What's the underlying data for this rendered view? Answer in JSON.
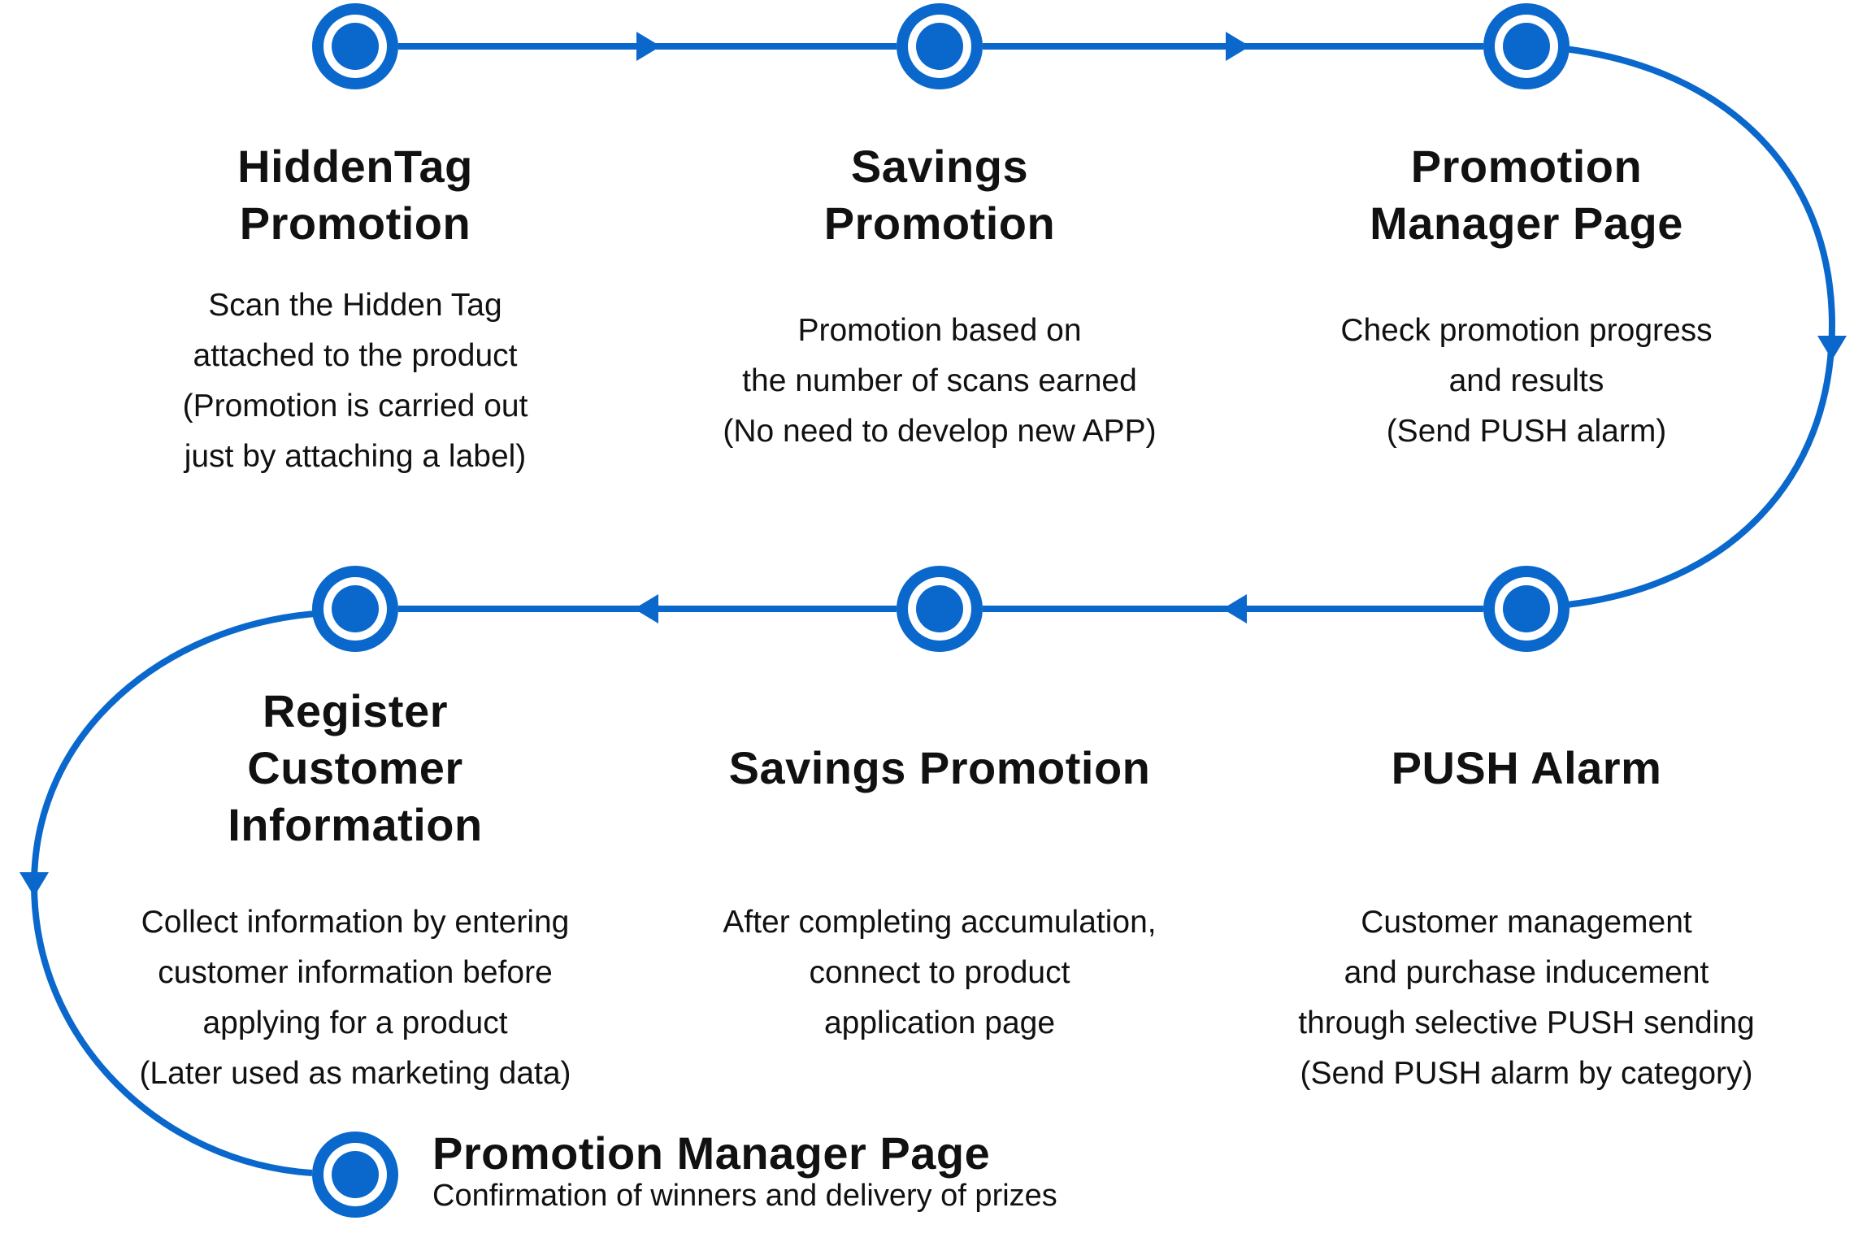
{
  "diagram": {
    "accent_color": "#0A68CC",
    "text_color": "#111111",
    "background_color": "#FFFFFF",
    "steps": [
      {
        "order": 1,
        "title": "HiddenTag\nPromotion",
        "description": "Scan the Hidden Tag\nattached to the product\n(Promotion is carried out\njust by attaching a label)"
      },
      {
        "order": 2,
        "title": "Savings\nPromotion",
        "description": "Promotion based on\nthe number of scans earned\n(No need to develop new APP)"
      },
      {
        "order": 3,
        "title": "Promotion\nManager Page",
        "description": "Check promotion progress\nand results\n(Send PUSH alarm)"
      },
      {
        "order": 4,
        "title": "PUSH Alarm",
        "description": "Customer management\nand purchase inducement\nthrough selective PUSH sending\n(Send PUSH alarm by category)"
      },
      {
        "order": 5,
        "title": "Savings Promotion",
        "description": "After completing accumulation,\nconnect to product\napplication page"
      },
      {
        "order": 6,
        "title": "Register\nCustomer\nInformation",
        "description": "Collect information by entering\ncustomer information before\napplying for a product\n(Later used as marketing data)"
      },
      {
        "order": 7,
        "title": "Promotion Manager Page",
        "description": "Confirmation of winners and delivery of prizes"
      }
    ]
  }
}
